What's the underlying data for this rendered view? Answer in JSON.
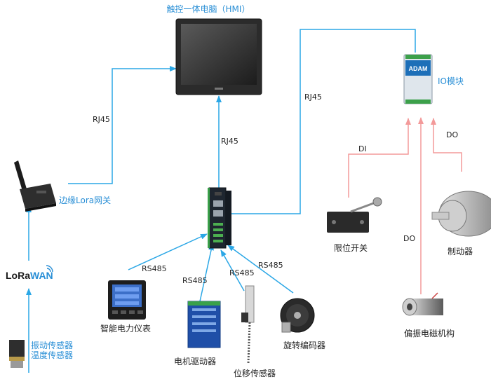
{
  "colors": {
    "blue_line": "#2ba7e6",
    "red_line": "#f39a9a",
    "blue_text": "#2a8fd6",
    "dark_text": "#222222"
  },
  "hmi": {
    "title": "触控一体电脑（HMI）",
    "icon": "touch-panel-pc-icon"
  },
  "gateway_box": {
    "icon": "industrial-gateway-icon"
  },
  "lora_gateway": {
    "label": "边缘Lora网关",
    "icon": "lora-gateway-icon"
  },
  "lorawan": {
    "logo": "LoRaWAN",
    "icon": "lorawan-logo"
  },
  "sensor": {
    "line1": "振动传感器",
    "line2": "温度传感器",
    "icon": "vibration-sensor-icon"
  },
  "io_module": {
    "label": "IO模块",
    "logo_text": "ADAM",
    "icon": "io-module-icon"
  },
  "limit_switch": {
    "label": "限位开关",
    "icon": "limit-switch-icon"
  },
  "brake": {
    "label": "制动器",
    "icon": "brake-icon"
  },
  "solenoid": {
    "label": "偏振电磁机构",
    "icon": "solenoid-icon"
  },
  "power_meter": {
    "label": "智能电力仪表",
    "icon": "power-meter-icon"
  },
  "motor_driver": {
    "label": "电机驱动器",
    "icon": "motor-driver-icon"
  },
  "displacement": {
    "label": "位移传感器",
    "icon": "displacement-sensor-icon"
  },
  "encoder": {
    "label": "旋转编码器",
    "icon": "rotary-encoder-icon"
  },
  "links": {
    "rj45_left": "RJ45",
    "rj45_center": "RJ45",
    "rj45_right": "RJ45",
    "rs485_meter": "RS485",
    "rs485_driver": "RS485",
    "rs485_displacement": "RS485",
    "rs485_encoder": "RS485",
    "di": "DI",
    "do_brake": "DO",
    "do_solenoid": "DO"
  }
}
